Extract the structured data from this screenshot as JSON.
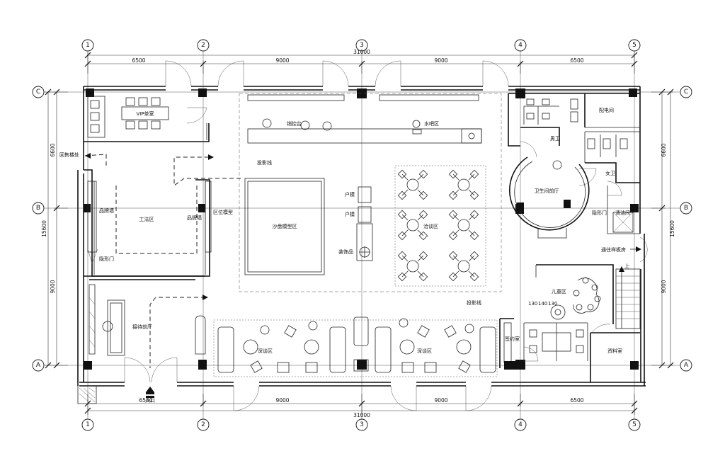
{
  "grid": {
    "columns": [
      "1",
      "2",
      "3",
      "4",
      "5"
    ],
    "rows": [
      "C",
      "B",
      "A"
    ]
  },
  "dimensions": {
    "top_spans": [
      "6500",
      "9000",
      "9000",
      "6500"
    ],
    "top_total": "31000",
    "bottom_spans": [
      "6500",
      "9000",
      "9000",
      "6500"
    ],
    "bottom_total": "31000",
    "left_spans": [
      "6600",
      "9000"
    ],
    "left_total": "15600",
    "right_spans": [
      "6600",
      "9000"
    ],
    "right_total": "15600",
    "small_dims": [
      "130",
      "140",
      "130"
    ]
  },
  "rooms": {
    "vip_tea": "VIP茶室",
    "sales_counter": "销控台",
    "water_bar": "水吧区",
    "male_wc": "男卫",
    "female_wc": "女卫",
    "electrical": "配电间",
    "wc_lobby": "卫生间前厅",
    "hidden_door_right": "隐形门",
    "clean_room": "清洁间",
    "to_sample_room": "通往样板房",
    "return_building": "回售楼处",
    "projection_top": "投影线",
    "projection_bottom": "投影线",
    "brand_wall": "品牌墙",
    "brand_wall_2": "品牌墙",
    "craft_zone": "工法区",
    "zone_model": "区位模型",
    "hidden_door_left": "隐形门",
    "sand_table": "沙盘模型区",
    "unit_a": "户模",
    "unit_b": "户模",
    "decor": "装饰品",
    "negotiation": "洽谈区",
    "deep_talk_1": "深谈区",
    "deep_talk_2": "深谈区",
    "kids": "儿童区",
    "signing": "签约室",
    "archive": "资料室",
    "reception": "接待前厅",
    "entrance": "入口",
    "stair_up": "上"
  }
}
